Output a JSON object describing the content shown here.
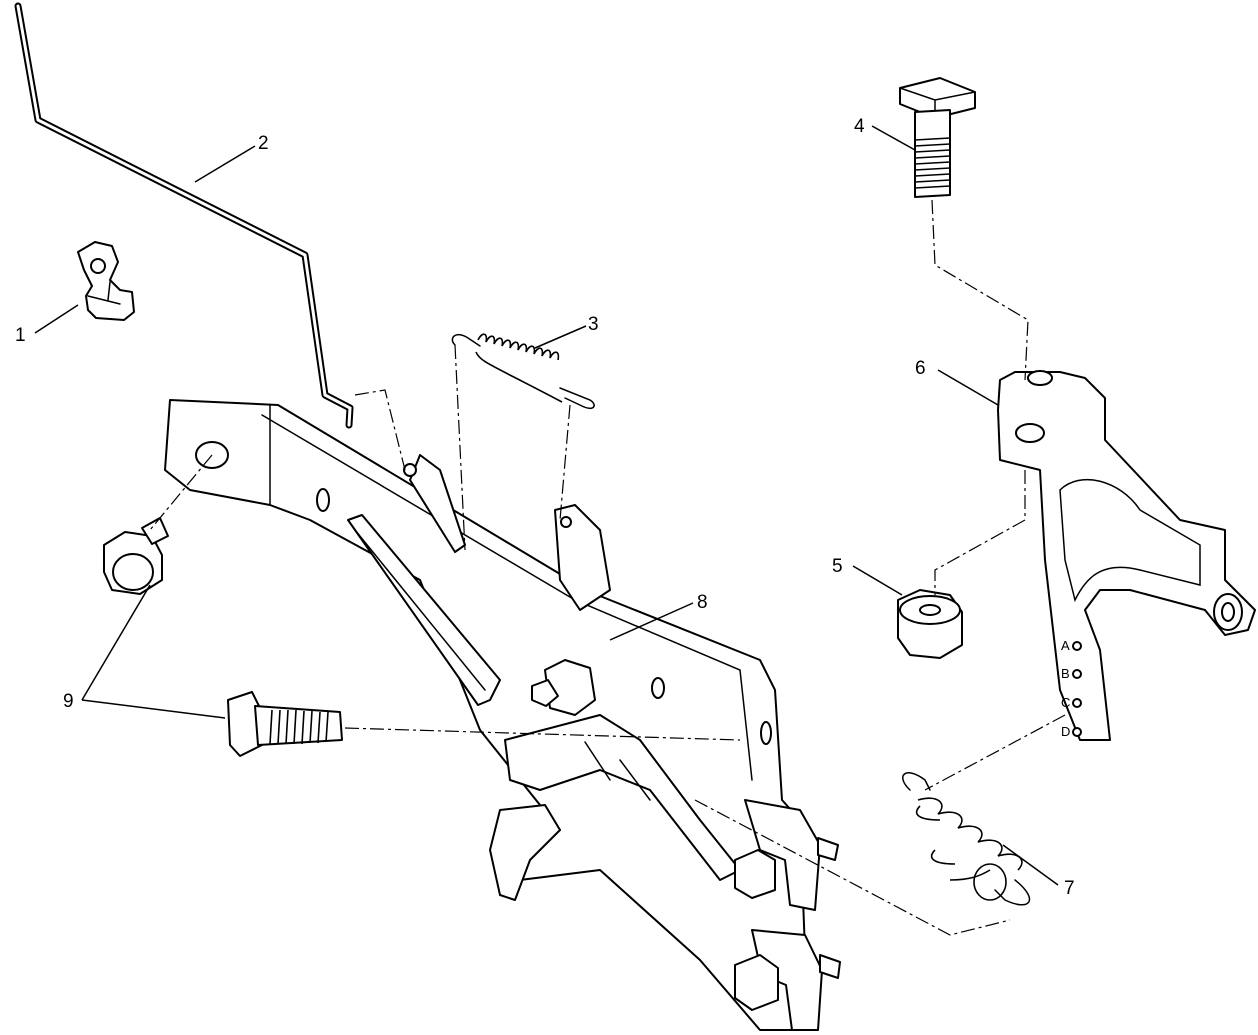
{
  "callouts": [
    "1",
    "2",
    "3",
    "4",
    "5",
    "6",
    "7",
    "8",
    "9"
  ],
  "hole_letters": [
    "A",
    "B",
    "C",
    "D"
  ]
}
